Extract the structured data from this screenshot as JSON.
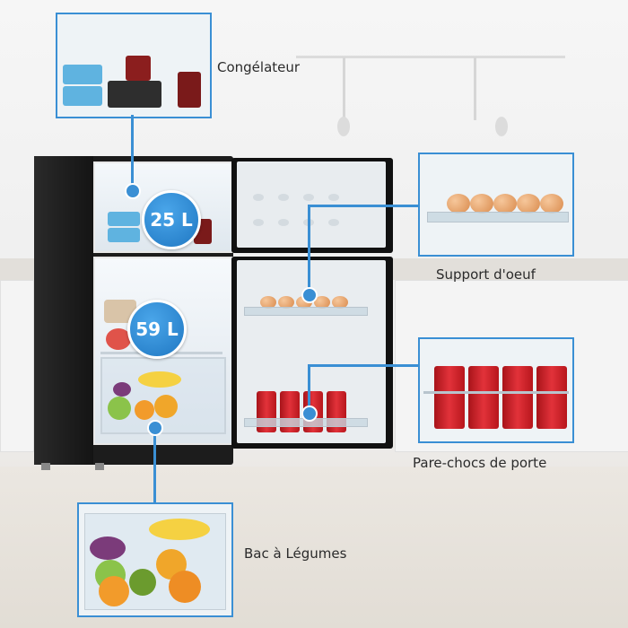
{
  "labels": {
    "freezer": "Congélateur",
    "egg_holder": "Support d'oeuf",
    "door_bumper": "Pare-chocs de porte",
    "crisper": "Bac à Légumes"
  },
  "capacity": {
    "freezer": "25 L",
    "fridge": "59 L"
  },
  "colors": {
    "accent": "#3a8fd4",
    "badge": "#2a8ad8",
    "fridge_body": "#1c1c1c"
  }
}
